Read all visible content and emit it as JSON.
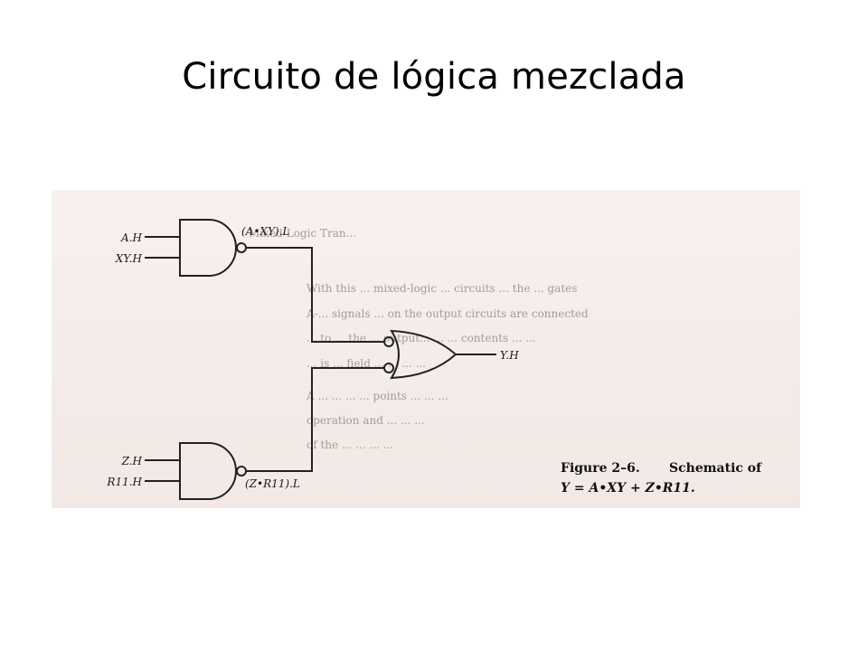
{
  "title": "Circuito de lógica mezclada",
  "figure": {
    "inputs": {
      "a": "A.H",
      "xy": "XY.H",
      "z": "Z.H",
      "r11": "R11.H"
    },
    "signals": {
      "top_gate_out": "(A•XY).L",
      "bottom_gate_out": "(Z•R11).L",
      "output": "Y.H"
    },
    "caption": {
      "line1_label": "Figure 2–6.",
      "line1_text": "Schematic of",
      "line2": "Y = A•XY + Z•R11."
    },
    "page_fragments": [
      "Mixed-Logic Tran...",
      "With this ... mixed-logic ... circuits ... the ... gates",
      "A-... signals ... on the output circuits are connected",
      "... to ... the ... output... ... ... contents ... ...",
      "... is ... field ... ... ... ...",
      "A ... ... ... ... points ... ... ...",
      "operation and ... ... ...",
      "of the ... ... ... ..."
    ]
  },
  "colors": {
    "background": "#ffffff",
    "scan_paper": "#f5ede9",
    "ink": "#222222",
    "bleed_text": "#a69b98"
  }
}
